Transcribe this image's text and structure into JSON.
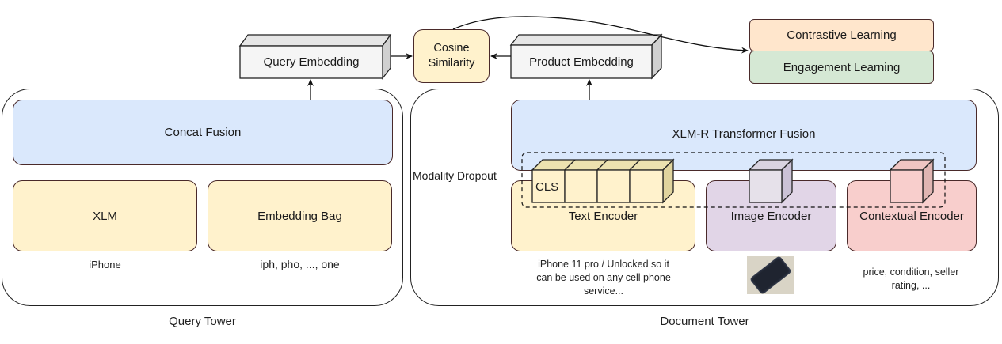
{
  "diagram": {
    "query_tower": {
      "label": "Query Tower",
      "fusion": "Concat Fusion",
      "encoders": [
        {
          "name": "XLM",
          "input": "iPhone"
        },
        {
          "name": "Embedding Bag",
          "input": "iph, pho, ..., one"
        }
      ],
      "output": "Query Embedding"
    },
    "document_tower": {
      "label": "Document Tower",
      "fusion": "XLM-R Transformer Fusion",
      "modality_dropout_label": "Modality Dropout",
      "cls_token": "CLS",
      "encoders": [
        {
          "name": "Text Encoder",
          "input": "iPhone 11 pro / Unlocked so it can be used on any cell phone service..."
        },
        {
          "name": "Image Encoder",
          "input_icon": "phone-photo"
        },
        {
          "name": "Contextual Encoder",
          "input": "price, condition, seller rating, ..."
        }
      ],
      "output": "Product Embedding"
    },
    "similarity": {
      "line1": "Cosine",
      "line2": "Similarity"
    },
    "losses": [
      "Contrastive Learning",
      "Engagement Learning"
    ],
    "colors": {
      "fusion": "#dae8fc",
      "text_encoder": "#fff2cc",
      "image_encoder": "#e1d5e7",
      "contextual_encoder": "#f8cecc",
      "contrastive": "#ffe6cc",
      "engagement": "#d5e8d4",
      "embedding": "#f5f5f5"
    }
  }
}
